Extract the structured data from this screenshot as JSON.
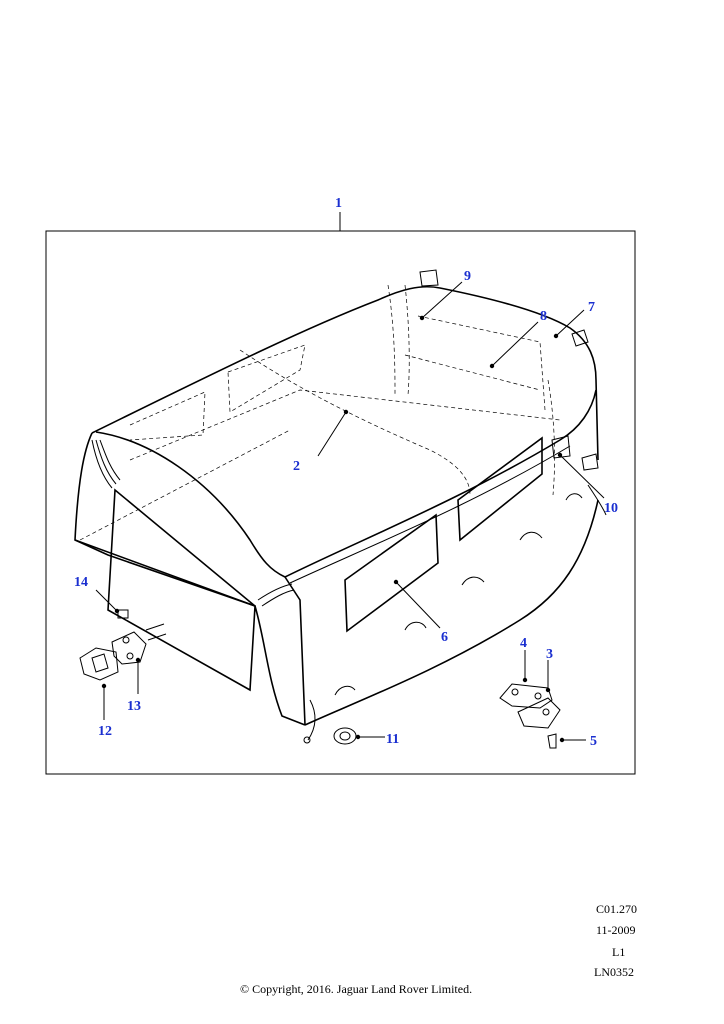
{
  "callouts": {
    "c1": "1",
    "c2": "2",
    "c3": "3",
    "c4": "4",
    "c5": "5",
    "c6": "6",
    "c7": "7",
    "c8": "8",
    "c9": "9",
    "c10": "10",
    "c11": "11",
    "c12": "12",
    "c13": "13",
    "c14": "14"
  },
  "footer": {
    "code": "C01.270",
    "date": "11-2009",
    "level": "L1",
    "ref": "LN0352",
    "copyright": "© Copyright, 2016. Jaguar Land Rover Limited."
  },
  "colors": {
    "callout": "#1a2fd0",
    "line": "#000000",
    "background": "#ffffff"
  }
}
